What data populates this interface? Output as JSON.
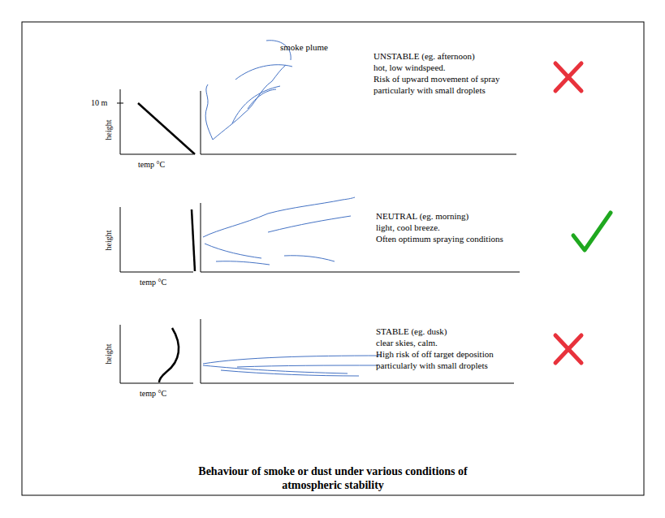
{
  "diagram": {
    "caption": "Behaviour of smoke or dust under various conditions of atmospheric stability",
    "labels": [
      "smoke plume",
      "10 m",
      "height",
      "temp °C",
      "UNSTABLE (eg. afternoon)",
      "hot, low windspeed.",
      "Risk of upward movement of spray particularly with small droplets",
      "height",
      "temp °C",
      "NEUTRAL (eg. morning)",
      "light, cool breeze.",
      "Often optimum spraying conditions",
      "height",
      "temp °C",
      "STABLE (eg. dusk)",
      "clear skies, calm.",
      "High risk of off target deposition particularly with small droplets"
    ]
  }
}
